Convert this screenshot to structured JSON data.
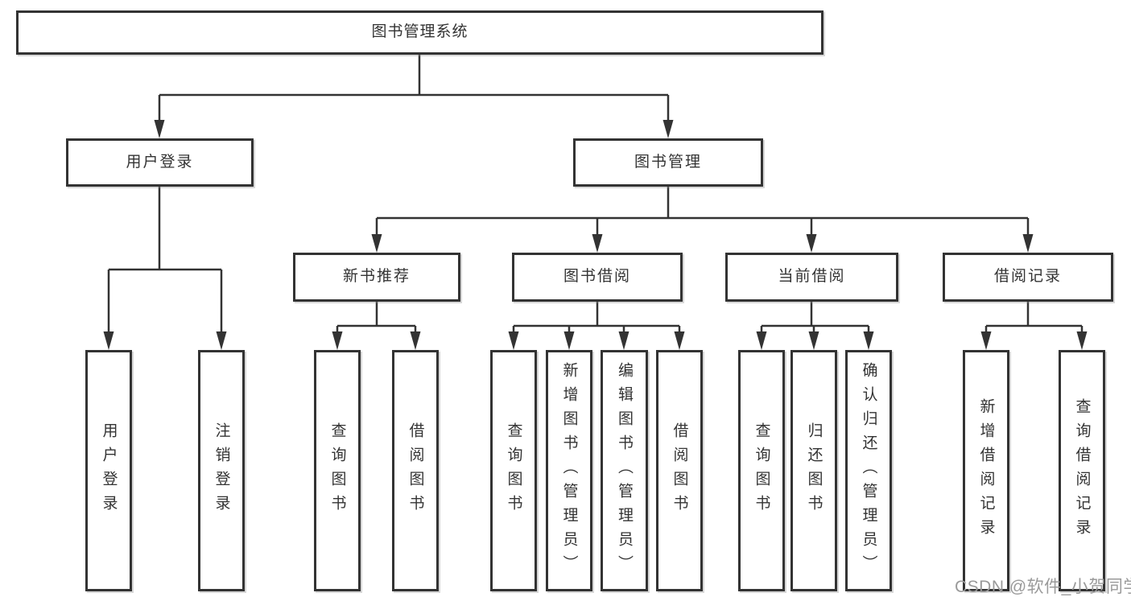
{
  "diagram_title": "图书管理系统",
  "tree": {
    "label": "图书管理系统",
    "children": [
      {
        "label": "用户登录",
        "children": [
          {
            "label": "用户登录"
          },
          {
            "label": "注销登录"
          }
        ]
      },
      {
        "label": "图书管理",
        "children": [
          {
            "label": "新书推荐",
            "children": [
              {
                "label": "查询图书"
              },
              {
                "label": "借阅图书"
              }
            ]
          },
          {
            "label": "图书借阅",
            "children": [
              {
                "label": "查询图书"
              },
              {
                "label": "新增图书（管理员）"
              },
              {
                "label": "编辑图书（管理员）"
              },
              {
                "label": "借阅图书"
              }
            ]
          },
          {
            "label": "当前借阅",
            "children": [
              {
                "label": "查询图书"
              },
              {
                "label": "归还图书"
              },
              {
                "label": "确认归还（管理员）"
              }
            ]
          },
          {
            "label": "借阅记录",
            "children": [
              {
                "label": "新增借阅记录"
              },
              {
                "label": "查询借阅记录"
              }
            ]
          }
        ]
      }
    ]
  },
  "watermark": {
    "text": "CSDN @软件_小贺同学"
  },
  "colors": {
    "line": "#333333",
    "text": "#333333",
    "box_fill": "#ffffff",
    "background": "#ffffff",
    "watermark": "#9a9a9a"
  }
}
